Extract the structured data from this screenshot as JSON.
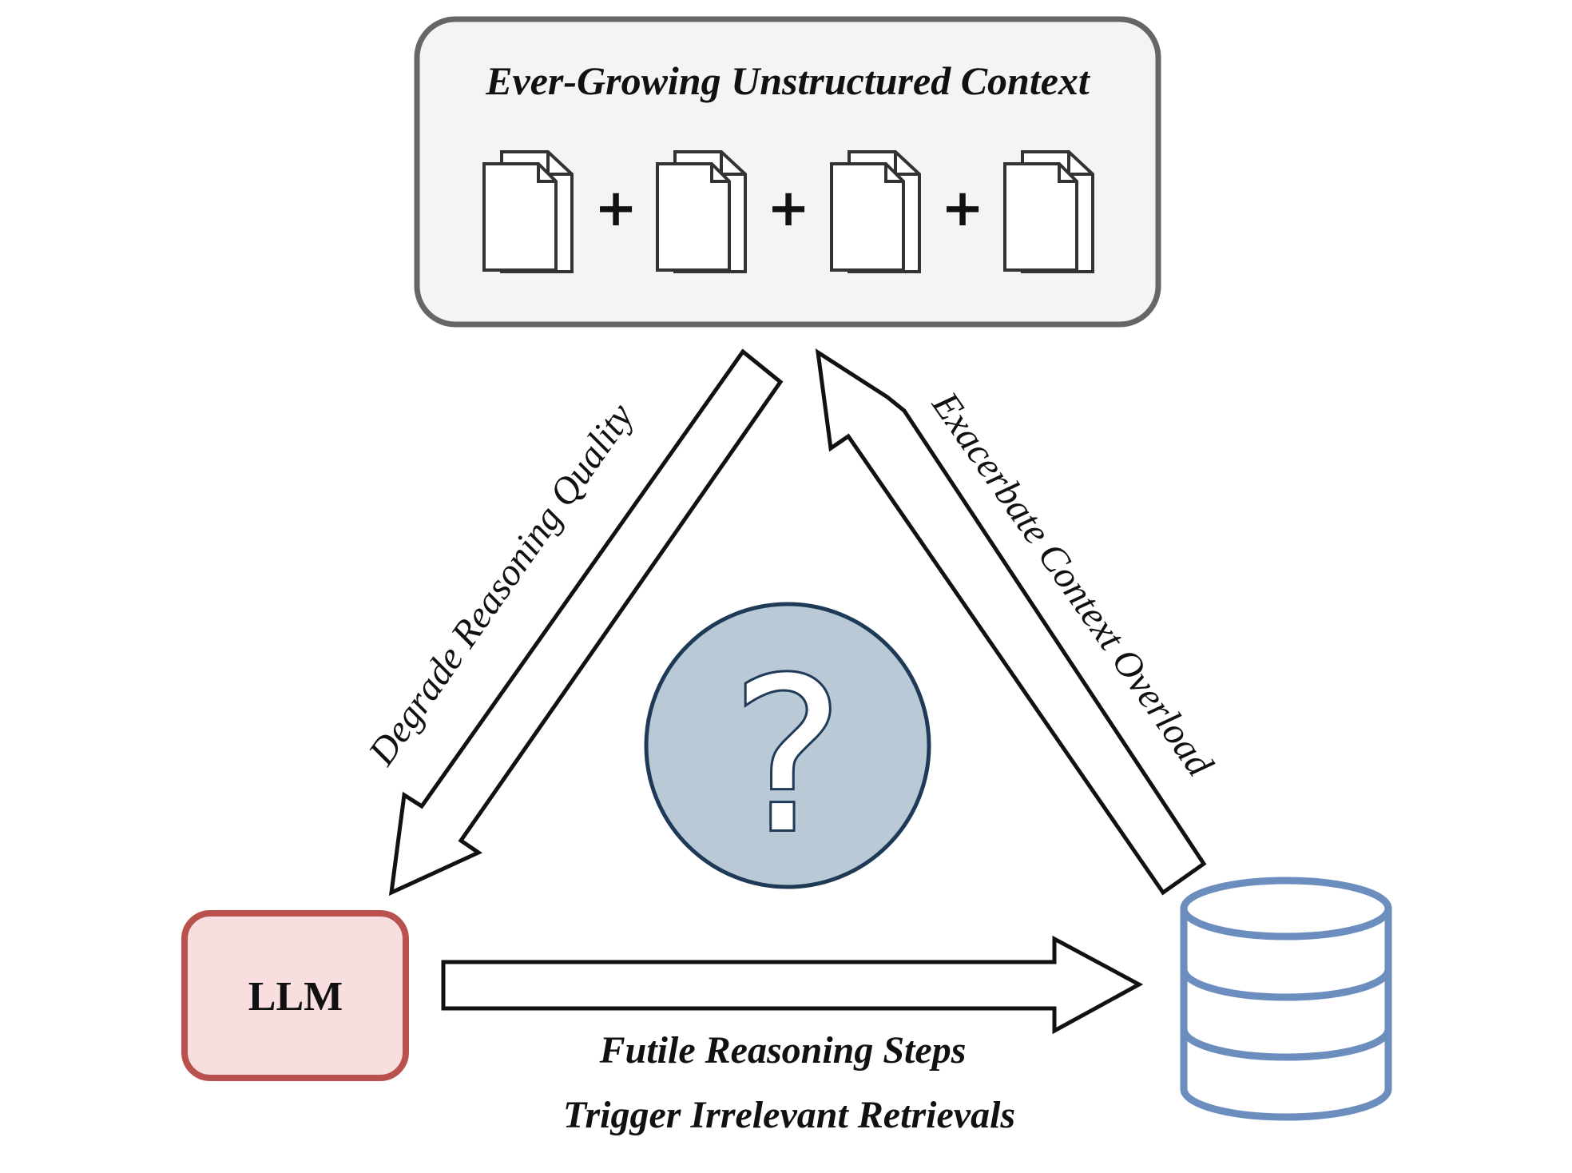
{
  "context_box": {
    "title": "Ever-Growing Unstructured Context",
    "documents": [
      "document-icon",
      "document-icon",
      "document-icon",
      "document-icon"
    ],
    "separator": "+"
  },
  "llm": {
    "label": "LLM"
  },
  "edges": {
    "context_to_llm": "Degrade Reasoning Quality",
    "store_to_context": "Exacerbate Context Overload",
    "llm_to_store": [
      "Futile Reasoning Steps",
      "Trigger Irrelevant Retrievals"
    ]
  },
  "center": {
    "symbol": "?"
  },
  "icons": {
    "store": "database-icon",
    "center": "question-mark-icon"
  },
  "colors": {
    "context_fill": "#f4f4f4",
    "context_stroke": "#666666",
    "llm_fill": "#f8dede",
    "llm_stroke": "#b9524e",
    "database_stroke": "#6c8ebf",
    "center_fill": "#b9c9d6",
    "center_stroke": "#1e3a57"
  }
}
